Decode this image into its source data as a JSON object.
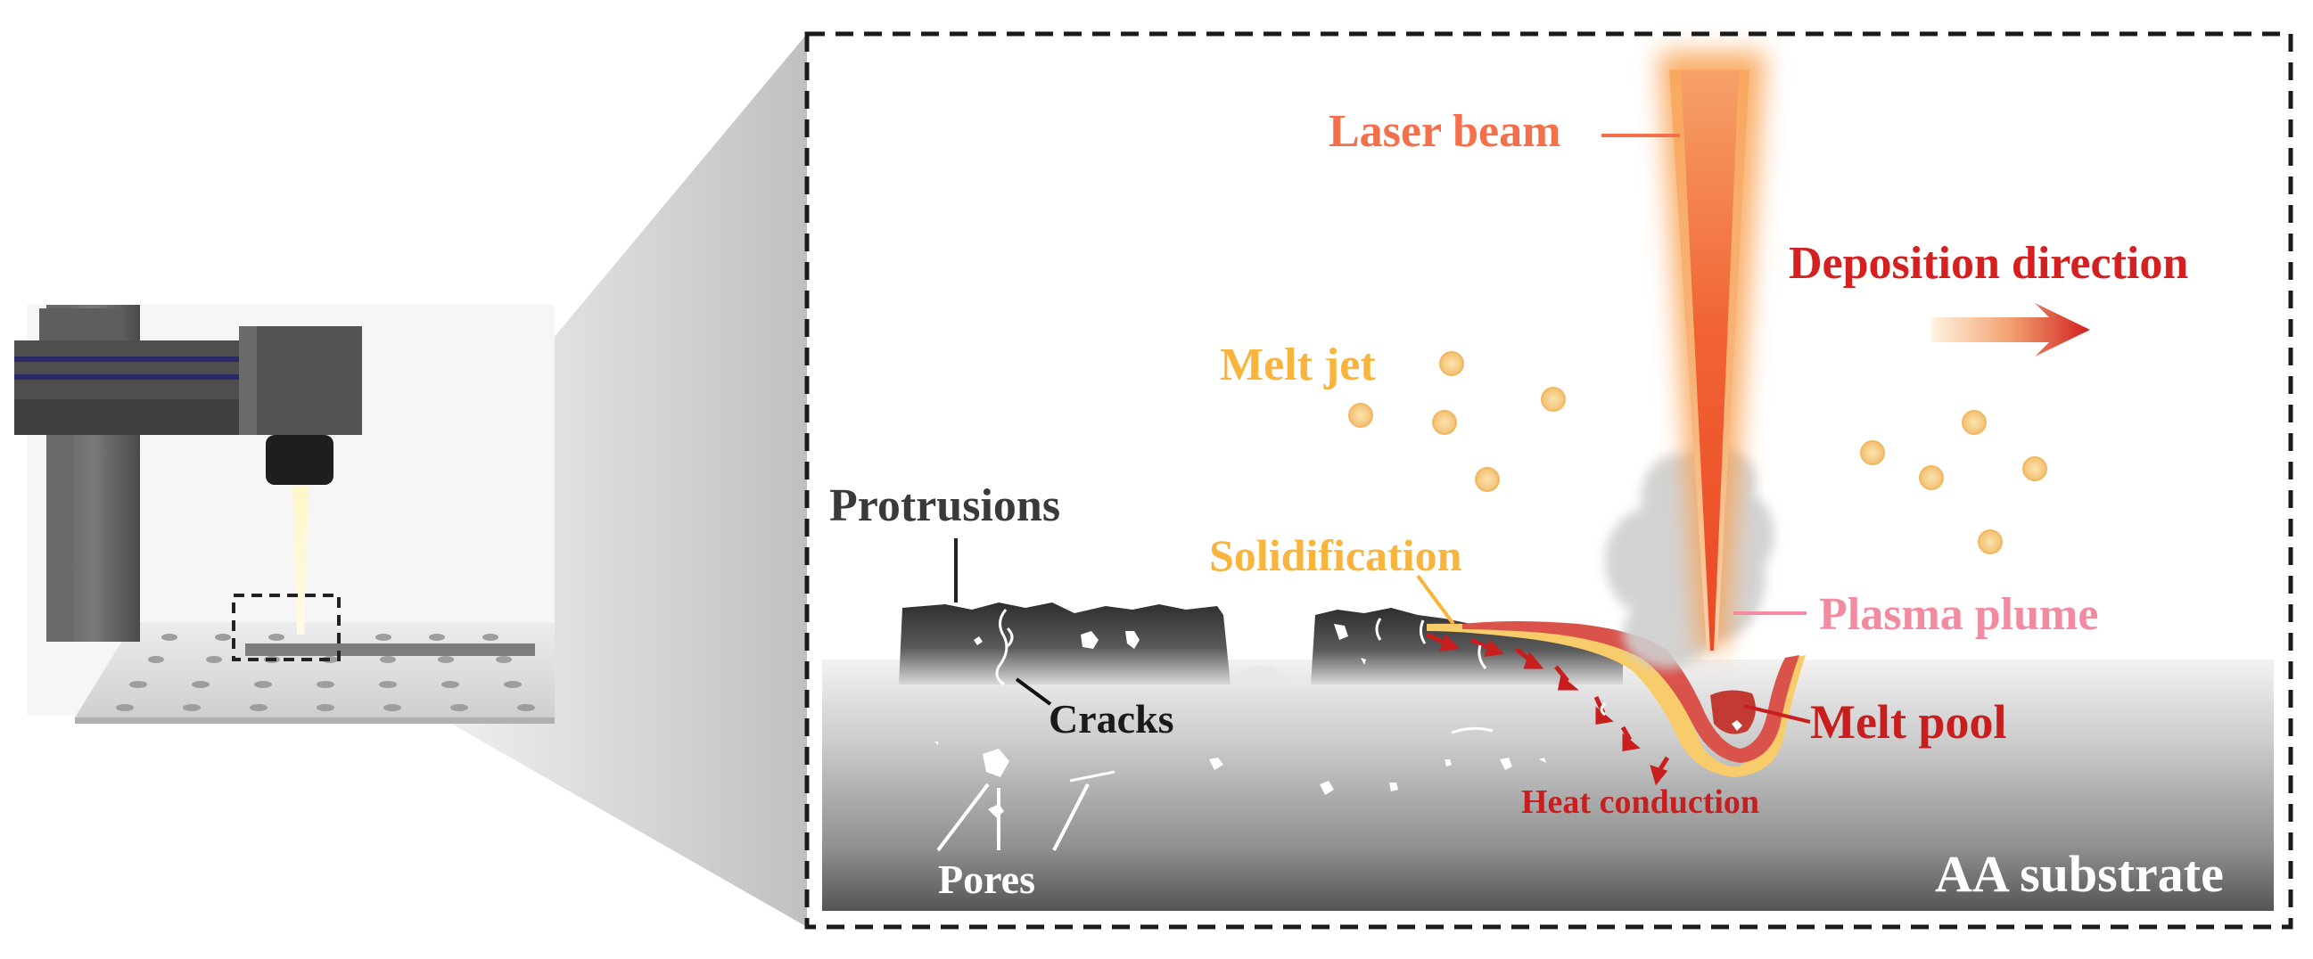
{
  "labels": {
    "laser_beam": "Laser beam",
    "deposition_direction": "Deposition direction",
    "melt_jet": "Melt jet",
    "protrusions": "Protrusions",
    "solidification": "Solidification",
    "plasma_plume": "Plasma plume",
    "cracks": "Cracks",
    "melt_pool": "Melt pool",
    "heat_conduction": "Heat conduction",
    "pores": "Pores",
    "substrate": "AA substrate"
  },
  "colors": {
    "laser_beam": "#f4704a",
    "deposition_direction": "#d42020",
    "melt_jet": "#f8b43c",
    "protrusions": "#3a3a3a",
    "solidification": "#f8b43c",
    "plasma_plume": "#f28aa0",
    "cracks": "#1a1a1a",
    "melt_pool": "#c81e1e",
    "heat_conduction": "#c81e1e",
    "pores": "#ffffff",
    "substrate": "#ffffff"
  }
}
